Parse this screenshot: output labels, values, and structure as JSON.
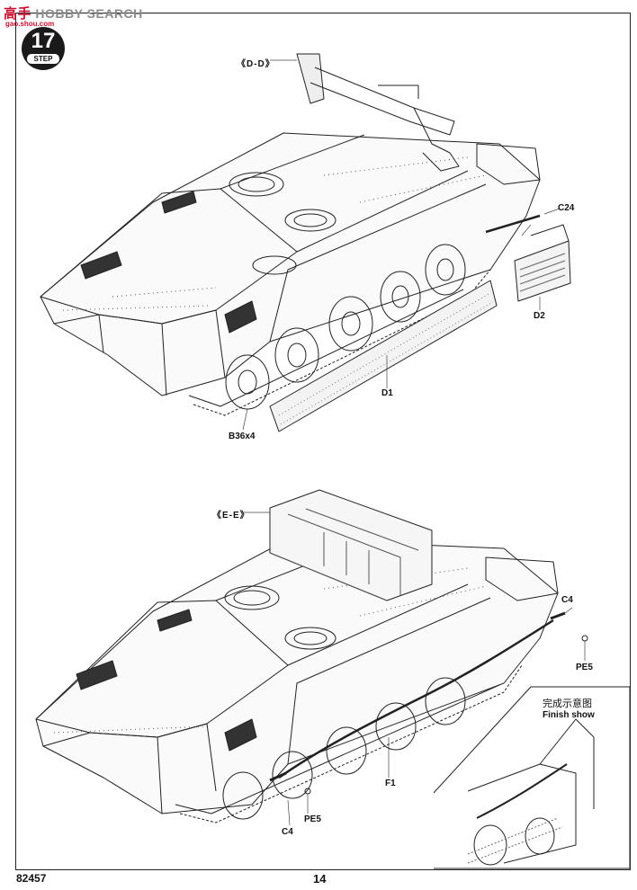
{
  "watermark": {
    "cn": "高手",
    "en": "HOBBY SEARCH",
    "url": "gao.shou.com"
  },
  "step": {
    "number": "17",
    "label": "STEP"
  },
  "views": {
    "top": "《D-D》",
    "bottom": "《E-E》"
  },
  "callouts_top": {
    "c24": "C24",
    "d2": "D2",
    "d1": "D1",
    "b36": "B36x4"
  },
  "callouts_bottom": {
    "c4_upper": "C4",
    "pe5_upper": "PE5",
    "f1": "F1",
    "pe5_lower": "PE5",
    "c4_lower": "C4"
  },
  "finish": {
    "cn": "完成示意图",
    "en": "Finish show"
  },
  "footer": {
    "code": "82457",
    "page": "14"
  }
}
